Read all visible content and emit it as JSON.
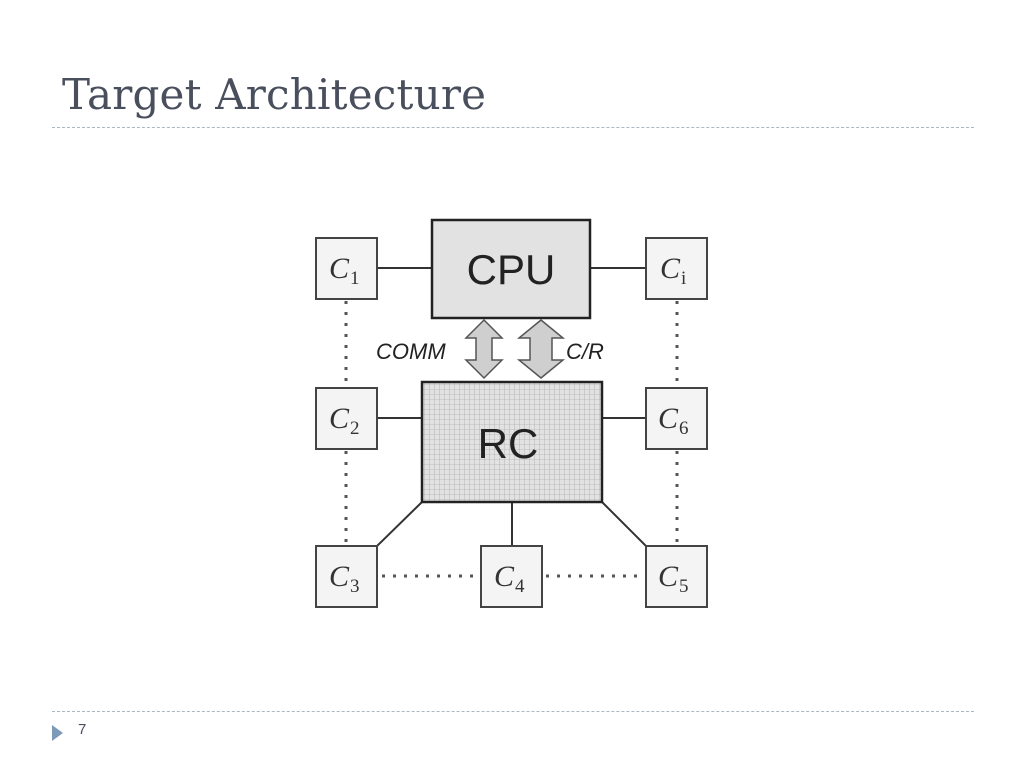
{
  "slide": {
    "title": "Target Architecture",
    "page_number": "7"
  },
  "diagram": {
    "cpu_label": "CPU",
    "rc_label": "RC",
    "comm_label": "COMM",
    "cr_label": "C/R",
    "component_letter": "C",
    "components": [
      {
        "id": "c1",
        "sub": "1"
      },
      {
        "id": "ci",
        "sub": "i"
      },
      {
        "id": "c2",
        "sub": "2"
      },
      {
        "id": "c6",
        "sub": "6"
      },
      {
        "id": "c3",
        "sub": "3"
      },
      {
        "id": "c4",
        "sub": "4"
      },
      {
        "id": "c5",
        "sub": "5"
      }
    ]
  },
  "colors": {
    "title": "#4a4f5e",
    "rule": "#a9b8c7",
    "bullet": "#7d9bb8",
    "box_stroke": "#333333",
    "cpu_fill": "#e2e2e2",
    "rc_fill": "#dedede",
    "arrow_fill": "#cfcfcf"
  }
}
